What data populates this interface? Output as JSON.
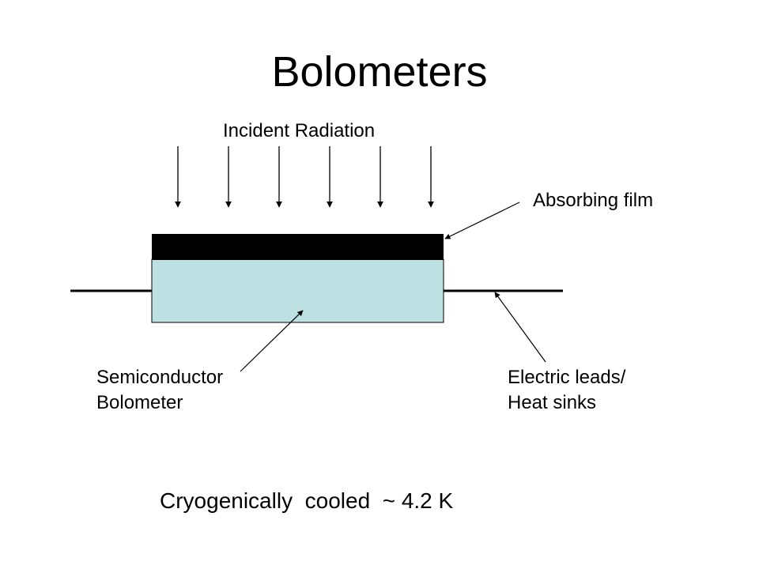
{
  "slide": {
    "title": "Bolometers",
    "labels": {
      "incident_radiation": "Incident Radiation",
      "absorbing_film": "Absorbing film",
      "semiconductor_line1": "Semiconductor",
      "semiconductor_line2": "Bolometer",
      "leads_line1": "Electric leads/",
      "leads_line2": "Heat sinks"
    },
    "caption": "Cryogenically  cooled  ~ 4.2 K"
  },
  "colors": {
    "absorbing_film": "#000000",
    "bolometer_body": "#bde0e3",
    "stroke": "#000000"
  }
}
